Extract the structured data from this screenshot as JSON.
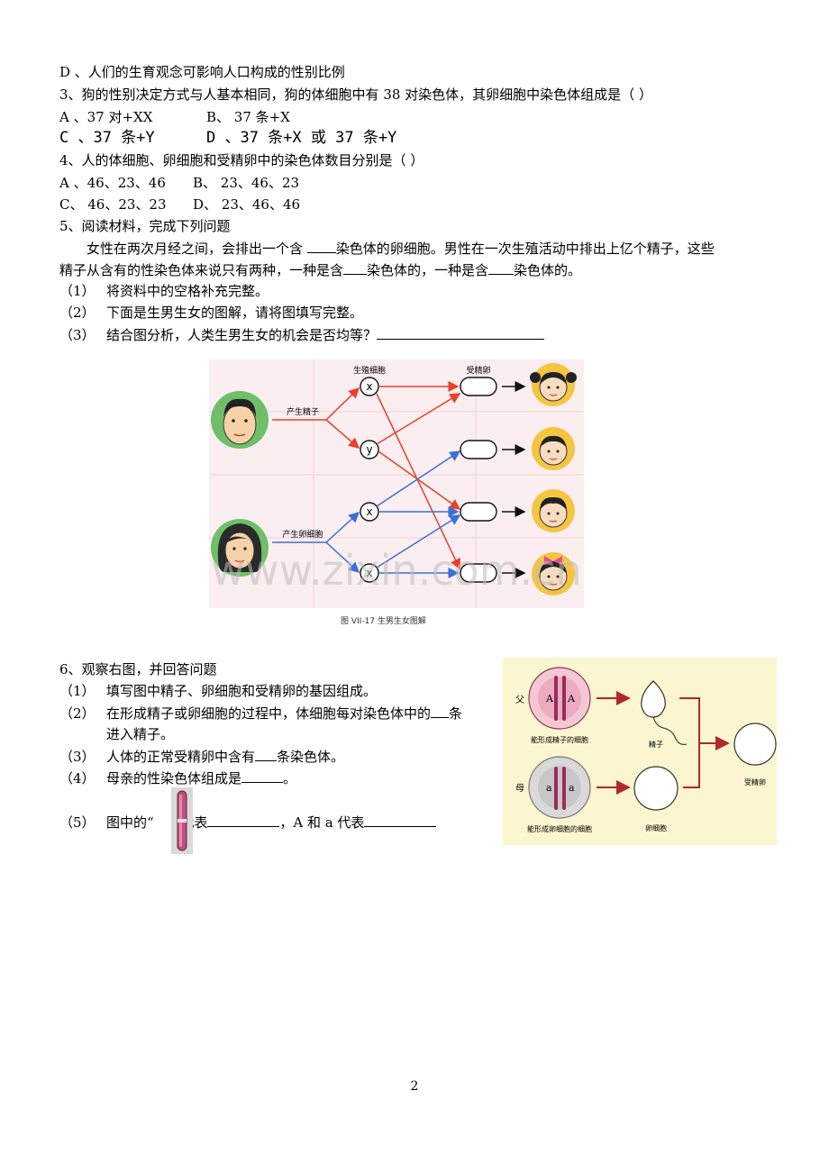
{
  "lines": {
    "d_option": "D 、人们的生育观念可影响人口构成的性别比例",
    "q3": "3、狗的性别决定方式与人基本相同，狗的体细胞中有 38 对染色体，其卵细胞中染色体组成是（   ）",
    "q3_a": "A 、37 对+XX",
    "q3_b": "B、  37 条+X",
    "q3_c": "C 、37 条+Y",
    "q3_d": "D 、37 条+X 或 37 条+Y",
    "q4": "4、人的体细胞、卵细胞和受精卵中的染色体数目分别是（   ）",
    "q4_a": "A 、46、23、46",
    "q4_b": "B、  23、46、23",
    "q4_c": "C、  46、23、23",
    "q4_d": "D、  23、46、46",
    "q5": "5、阅读材料，完成下列问题",
    "q5_p1_a": "女性在两次月经之间，会排出一个含 ",
    "q5_p1_b": "染色体的卵细胞。男性在一次生殖活动中排出上亿个精子，这些",
    "q5_p2_a": "精子从含有的性染色体来说只有两种，一种是含",
    "q5_p2_b": "染色体的，一种是含",
    "q5_p2_c": "染色体的。",
    "q5_1_num": "（1）",
    "q5_1": "将资料中的空格补充完整。",
    "q5_2_num": "（2）",
    "q5_2": "下面是生男生女的图解，请将图填写完整。",
    "q5_3_num": "（3）",
    "q5_3": "结合图分析，人类生男生女的机会是否均等？",
    "q6": "6、观察右图，并回答问题",
    "q6_1_num": "（1）",
    "q6_1": "填写图中精子、卵细胞和受精卵的基因组成。",
    "q6_2_num": "（2）",
    "q6_2_a": "在形成精子或卵细胞的过程中，体细胞每对染色体中的",
    "q6_2_b": "条",
    "q6_2_c": "进入精子。",
    "q6_3_num": "（3）",
    "q6_3_a": "人体的正常受精卵中含有",
    "q6_3_b": "条染色体。",
    "q6_4_num": "（4）",
    "q6_4_a": "母亲的性染色体组成是",
    "q6_4_b": "。",
    "q6_5_num": "（5）",
    "q6_5_a": "图中的“",
    "q6_5_b": "”代表",
    "q6_5_c": "，A 和 a 代表"
  },
  "fig1": {
    "label_germ": "生殖细胞",
    "label_zygote": "受精卵",
    "label_sperm": "产生精子",
    "label_egg": "产生卵细胞",
    "x": "x",
    "y": "y",
    "caption": "图 VII-17   生男生女图解",
    "watermark": "www.zixin.com.cn",
    "colors": {
      "male_arrow": "#e8402a",
      "female_arrow": "#3b6fd6",
      "bg": "#fbeef0"
    }
  },
  "fig2": {
    "father": "父",
    "mother": "母",
    "gene_A": "A",
    "gene_a": "a",
    "label_sperm_cell": "能形成精子的细胞",
    "label_sperm": "精子",
    "label_egg_cell": "能形成卵细胞的细胞",
    "label_egg": "卵细胞",
    "label_zygote": "受精卵",
    "colors": {
      "bg": "#fbf6cf",
      "arrow": "#b3262e"
    }
  },
  "page_number": "2"
}
